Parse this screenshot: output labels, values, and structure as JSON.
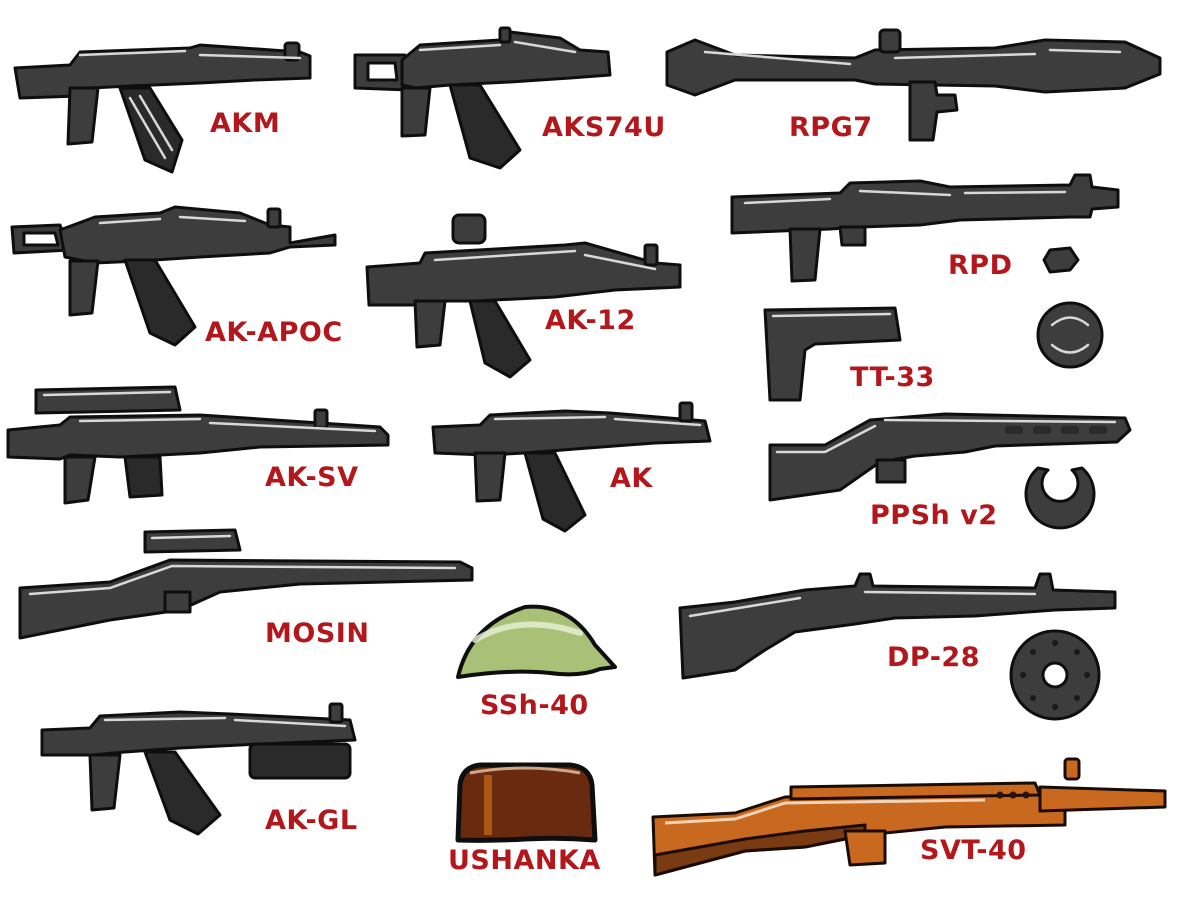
{
  "colors": {
    "background": "#ffffff",
    "label_red": "#b3161b",
    "gun_gray": "#3d3d3d",
    "outline": "#0e0e0e",
    "helmet_green": "#a9c177",
    "ushanka_brown": "#6a2a10",
    "svt_wood": "#c9691f"
  },
  "items": [
    {
      "id": "akm",
      "label": "AKM",
      "type": "assault-rifle"
    },
    {
      "id": "aks74u",
      "label": "AKS74U",
      "type": "carbine"
    },
    {
      "id": "rpg7",
      "label": "RPG7",
      "type": "rocket-launcher"
    },
    {
      "id": "ak-apoc",
      "label": "AK-APOC",
      "type": "assault-rifle"
    },
    {
      "id": "ak-12",
      "label": "AK-12",
      "type": "assault-rifle"
    },
    {
      "id": "rpd",
      "label": "RPD",
      "type": "light-machine-gun"
    },
    {
      "id": "tt-33",
      "label": "TT-33",
      "type": "pistol"
    },
    {
      "id": "ak-sv",
      "label": "AK-SV",
      "type": "sniper-rifle"
    },
    {
      "id": "ak",
      "label": "AK",
      "type": "assault-rifle"
    },
    {
      "id": "ppsh-v2",
      "label": "PPSh v2",
      "type": "submachine-gun"
    },
    {
      "id": "mosin",
      "label": "MOSIN",
      "type": "bolt-action-rifle"
    },
    {
      "id": "ssh-40",
      "label": "SSh-40",
      "type": "helmet"
    },
    {
      "id": "dp-28",
      "label": "DP-28",
      "type": "light-machine-gun"
    },
    {
      "id": "ak-gl",
      "label": "AK-GL",
      "type": "grenade-launcher-rifle"
    },
    {
      "id": "ushanka",
      "label": "USHANKA",
      "type": "hat"
    },
    {
      "id": "svt-40",
      "label": "SVT-40",
      "type": "semi-auto-rifle"
    }
  ]
}
